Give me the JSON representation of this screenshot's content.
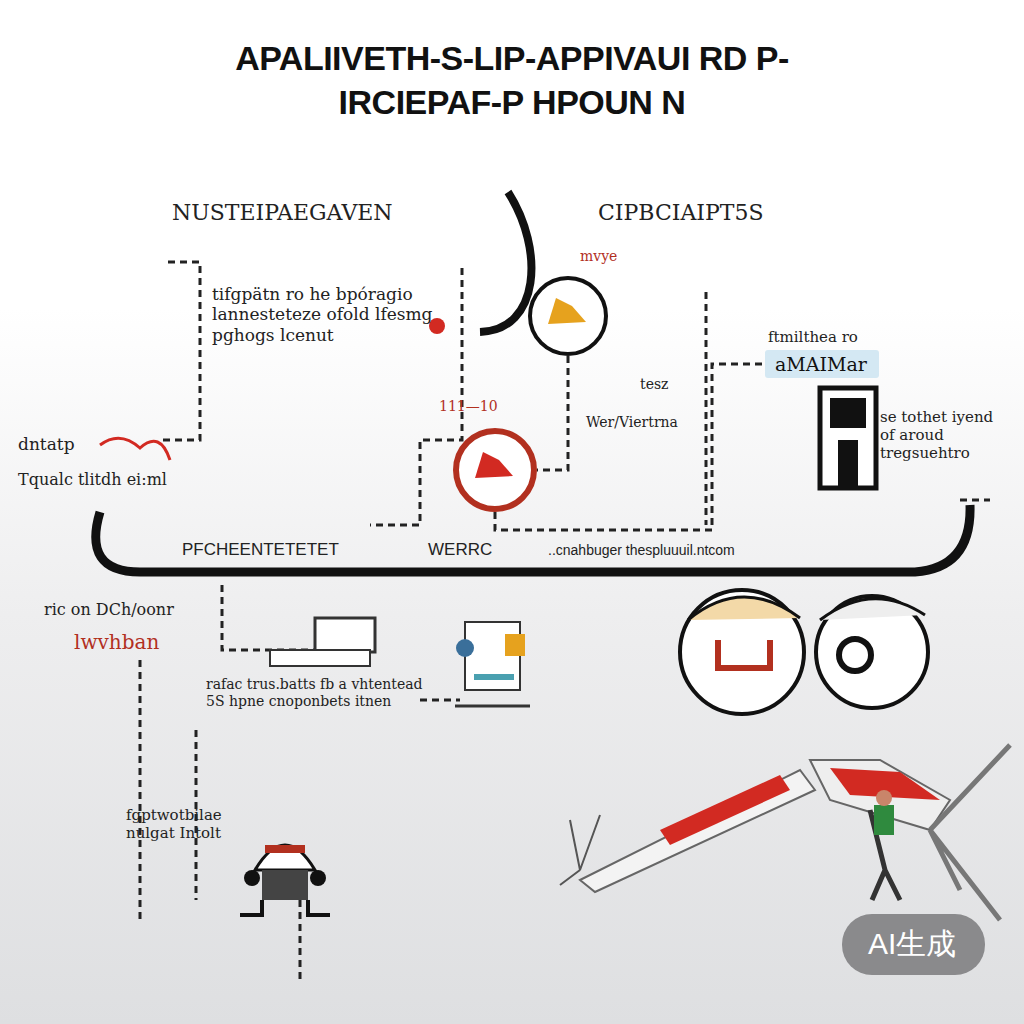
{
  "diagram": {
    "title": "APALIIVETH-S-LIP-APPIVAUI RD P-IRCIEPAF-P HPOUN N",
    "nodes": [
      {
        "text": [
          "mvye"
        ]
      },
      {
        "text": [
          "111—10"
        ]
      },
      {
        "text": [
          "aMAIMar"
        ]
      },
      {
        "text": [
          "AI生成"
        ]
      }
    ],
    "edges": [
      {
        "from": 0,
        "to": 1,
        "arrow": "none"
      },
      {
        "from": 1,
        "to": 2,
        "arrow": "none"
      }
    ],
    "labels": [
      "NUSTEIPAEGAVEN",
      "CIPBCIAIPT5S",
      "tifgpätn ro he bpóragio lannesteteze ofold lfesmg pghogs lcenut",
      "Wer/Viertrna",
      "tesz",
      "ftmilthea ro",
      "se tothet iyend of aroud tregsuehtro",
      "dntatp",
      "Tqualc tlitdh ei:ml",
      "PFCHEENTETETET",
      "WERRC",
      "..cnahbuger thespluuuil.ntcom",
      "ric on DCh/oonr",
      "lwvhban",
      "rafac trus.batts fb a vhtentead 5S hpne cnoponbets itnen",
      "fgptwotbilae nulgat Intolt"
    ]
  }
}
